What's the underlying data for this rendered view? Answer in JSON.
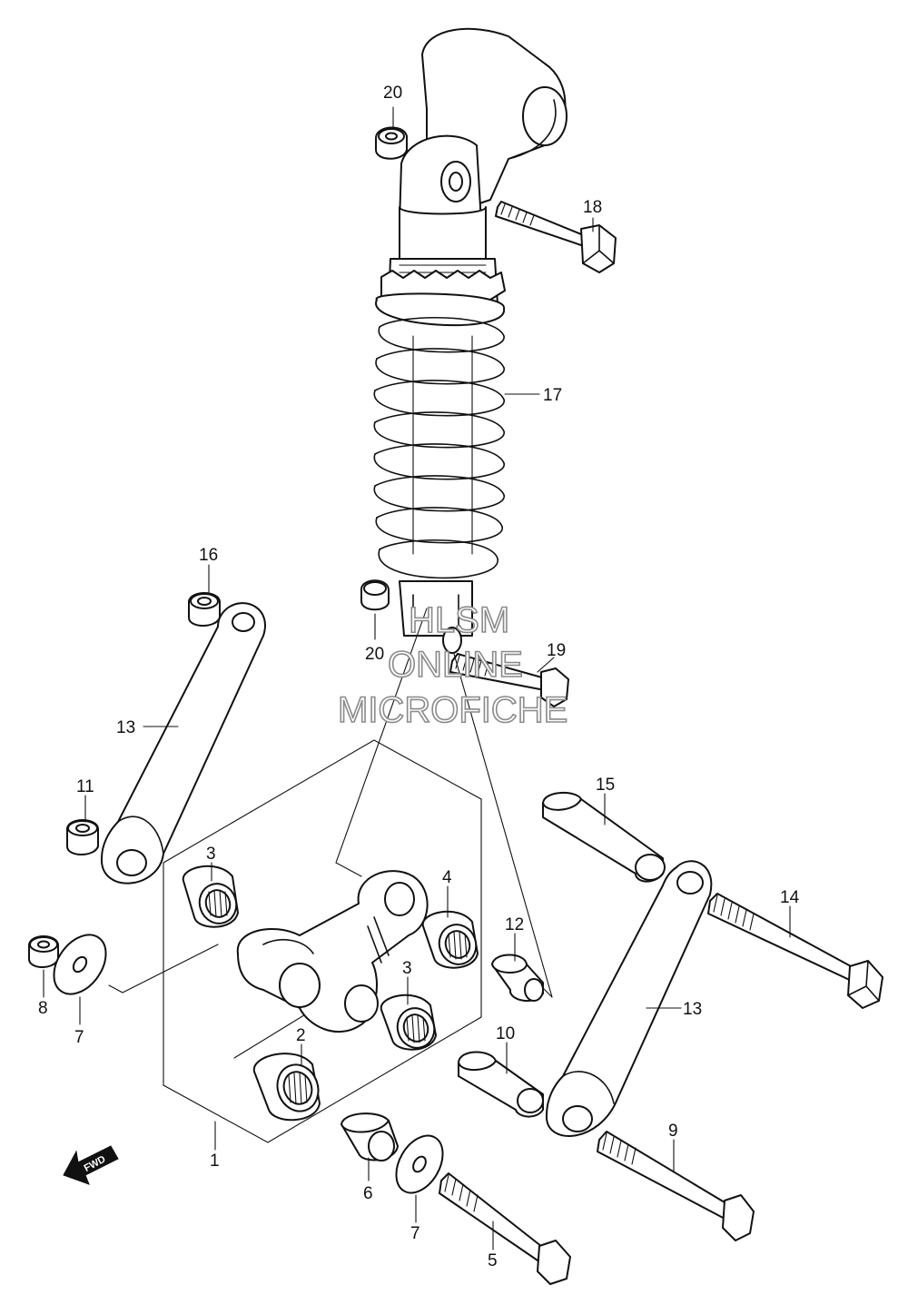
{
  "watermark": {
    "line1": "HLSM",
    "line2": "ONLINE",
    "line3": "MICROFICHE"
  },
  "direction_arrow": {
    "label": "FWD",
    "icon": "fwd-arrow-icon"
  },
  "callouts": {
    "c1": "1",
    "c2": "2",
    "c3a": "3",
    "c3b": "3",
    "c4": "4",
    "c5": "5",
    "c6": "6",
    "c7a": "7",
    "c7b": "7",
    "c8": "8",
    "c9": "9",
    "c10": "10",
    "c11": "11",
    "c12": "12",
    "c13a": "13",
    "c13b": "13",
    "c14": "14",
    "c15": "15",
    "c16": "16",
    "c17": "17",
    "c18": "18",
    "c19": "19",
    "c20a": "20",
    "c20b": "20"
  },
  "colors": {
    "ink": "#111111",
    "watermark_outline": "#8a8a8a",
    "background": "#ffffff"
  }
}
